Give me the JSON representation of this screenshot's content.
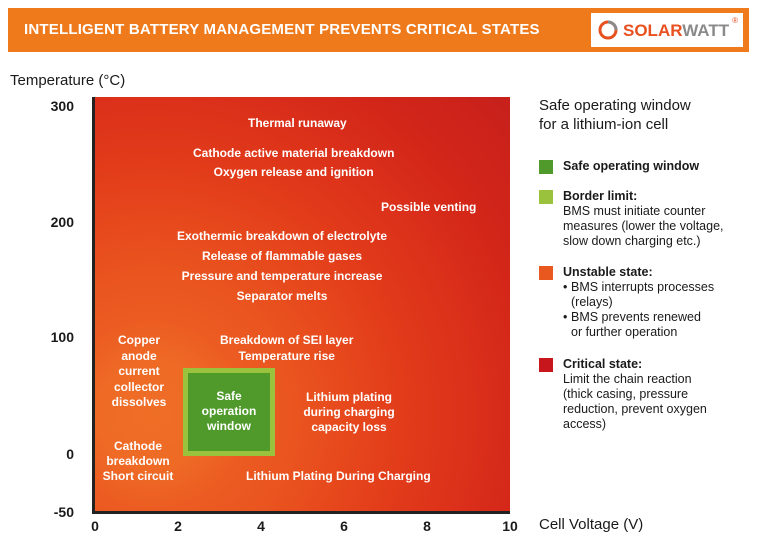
{
  "header": {
    "title": "INTELLIGENT BATTERY MANAGEMENT PREVENTS CRITICAL STATES",
    "logo_text_main": "SOLAR",
    "logo_text_light": "WATT",
    "logo_reg": "®"
  },
  "axes": {
    "y_label": "Temperature (°C)",
    "x_label": "Cell Voltage (V)",
    "y_ticks": [
      "300",
      "200",
      "100",
      "0",
      "-50"
    ],
    "x_ticks": [
      "0",
      "2",
      "4",
      "6",
      "8",
      "10"
    ]
  },
  "regions": {
    "thermal_runaway": "Thermal runaway",
    "cathode_breakdown_1": "Cathode active material breakdown",
    "cathode_breakdown_2": "Oxygen release and ignition",
    "venting": "Possible venting",
    "exo_1": "Exothermic breakdown of electrolyte",
    "exo_2": "Release of flammable gases",
    "exo_3": "Pressure and temperature increase",
    "exo_4": "Separator melts",
    "sei_1": "Breakdown of SEI layer",
    "sei_2": "Temperature rise",
    "copper_1": "Copper",
    "copper_2": "anode",
    "copper_3": "current",
    "copper_4": "collector",
    "copper_5": "dissolves",
    "plating_1": "Lithium plating",
    "plating_2": "during charging",
    "plating_3": "capacity loss",
    "cathode_short_1": "Cathode",
    "cathode_short_2": "breakdown",
    "cathode_short_3": "Short circuit",
    "plating_bottom": "Lithium Plating During Charging",
    "safe_1": "Safe",
    "safe_2": "operation",
    "safe_3": "window"
  },
  "legend": {
    "title_1": "Safe operating window",
    "title_2": "for a lithium-ion cell",
    "items": [
      {
        "color": "#4f9a2b",
        "title": "Safe operating window"
      },
      {
        "color": "#9ac23c",
        "title": "Border limit:",
        "text_1": "BMS must initiate counter",
        "text_2": "measures (lower the voltage,",
        "text_3": "slow down charging etc.)"
      },
      {
        "color": "#e8581f",
        "title": "Unstable state:",
        "bullet_1a": "BMS interrupts processes",
        "bullet_1b": "(relays)",
        "bullet_2a": "BMS prevents renewed",
        "bullet_2b": "or further operation"
      },
      {
        "color": "#c8161d",
        "title": "Critical state:",
        "text_1": "Limit the chain reaction",
        "text_2": "(thick casing, pressure",
        "text_3": "reduction, prevent oxygen",
        "text_4": "access)"
      }
    ]
  },
  "colors": {
    "header_orange": "#ee7a1c",
    "safe_green": "#4f9a2b",
    "border_green": "#9ac23c",
    "unstable_orange": "#e8581f",
    "critical_red": "#c8161d"
  }
}
